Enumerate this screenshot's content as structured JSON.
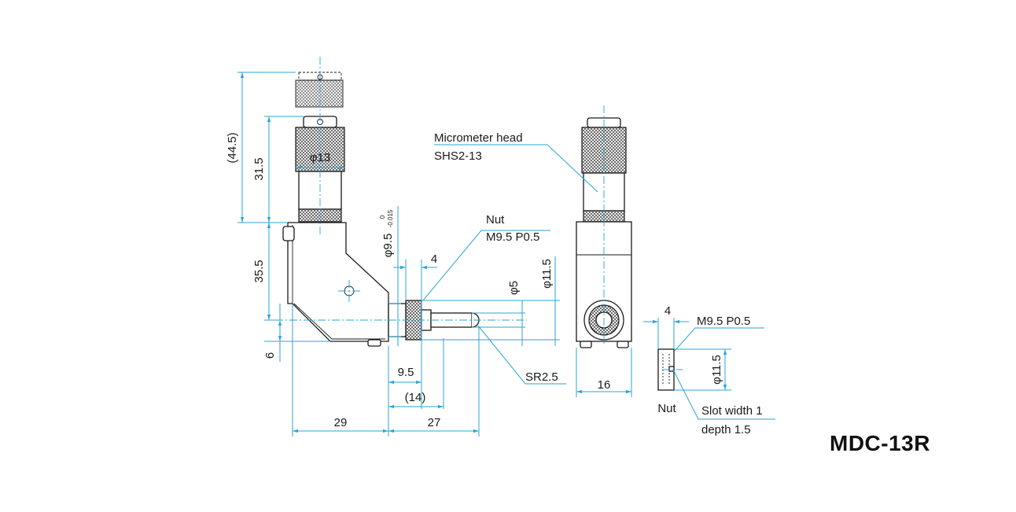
{
  "model": "MDC-13R",
  "labels": {
    "micrometer_head_1": "Micrometer head",
    "micrometer_head_2": "SHS2-13",
    "nut": "Nut",
    "nut_thread": "M9.5 P0.5",
    "sr": "SR2.5",
    "nut_detail_thread": "M9.5 P0.5",
    "nut_detail_name": "Nut",
    "slot_1": "Slot width 1",
    "slot_2": "depth 1.5"
  },
  "dimensions": {
    "total_height": "(44.5)",
    "head_height": "31.5",
    "head_dia": "φ13",
    "body_height": "35.5",
    "base_offset": "6",
    "shaft_dia": "φ9.5",
    "shaft_tol_upper": "0",
    "shaft_tol_lower": "-0.015",
    "nut_width": "4",
    "tip_dia": "φ5",
    "nut_dia": "φ11.5",
    "len_9_5": "9.5",
    "len_14": "(14)",
    "len_29": "29",
    "len_27": "27",
    "width_16": "16",
    "detail_width": "4",
    "detail_dia": "φ11.5"
  }
}
